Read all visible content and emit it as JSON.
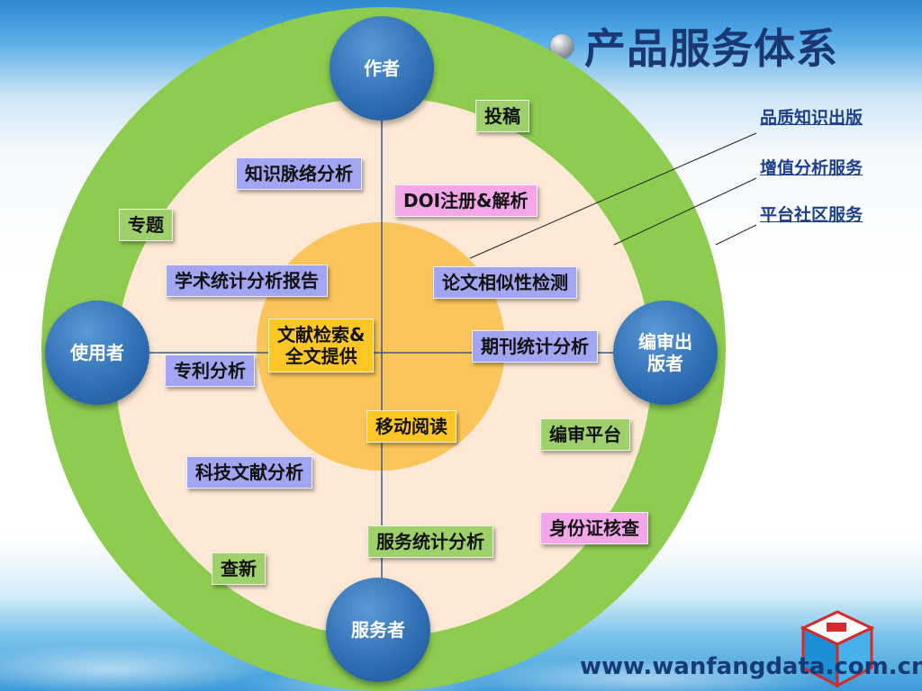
{
  "title": "产品服务体系",
  "legend": [
    "品质知识出版",
    "增值分析服务",
    "平台社区服务"
  ],
  "nodes": {
    "author": "作者",
    "user": "使用者",
    "editor": "编审出\n版者",
    "service": "服务者"
  },
  "boxes": {
    "tougao": "投稿",
    "zhishi": "知识脉络分析",
    "doi": "DOI注册&解析",
    "zhuanti": "专题",
    "xueshu": "学术统计分析报告",
    "lunwen": "论文相似性检测",
    "wenxian": "文献检索&\n全文提供",
    "qikan": "期刊统计分析",
    "zhuanli": "专利分析",
    "yidong": "移动阅读",
    "bianshen": "编审平台",
    "keji": "科技文献分析",
    "fuwu": "服务统计分析",
    "shenfen": "身份证核查",
    "chaxin": "查新"
  },
  "colors": {
    "outer_ring": "#8dcc4f",
    "middle_ring": "#fde9d5",
    "inner_ring": "#fcc55b",
    "node_blue": "#2f6fb3",
    "box_blue": "#a2a6f2",
    "box_green": "#9ed16b",
    "box_pink": "#f3a7e8",
    "box_yellow": "#ffc726"
  },
  "footer": {
    "url": "www.wanfangdata.com.cn"
  }
}
